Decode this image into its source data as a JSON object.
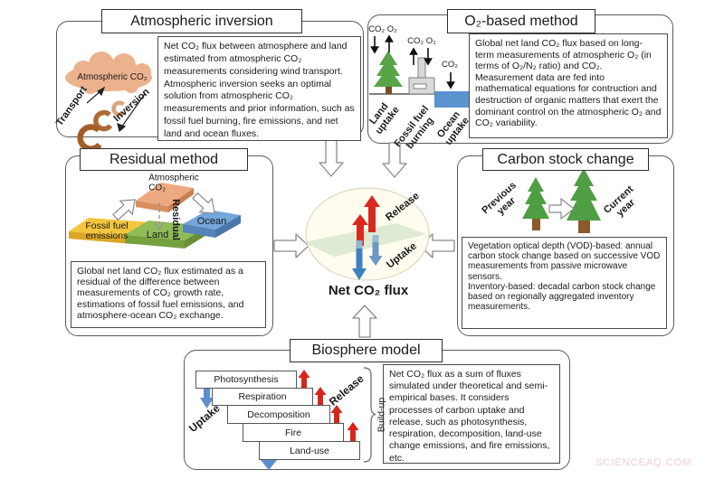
{
  "watermark": "SCIENCEAQ.COM",
  "center": {
    "label": "Net CO₂ flux",
    "release": "Release",
    "uptake": "Uptake"
  },
  "panels": {
    "atmospheric_inversion": {
      "title": "Atmospheric inversion",
      "description": "Net CO₂ flux between atmosphere and land estimated from atmospheric CO₂ measurements considering wind transport. Atmospheric inversion seeks an optimal solution from atmospheric CO₂ measurements and prior information, such as fossil fuel burning, fire emissions, and net land and ocean fluxes.",
      "illustration": {
        "cloud_label": "Atmospheric CO₂",
        "transport": "Transport",
        "inversion": "Inversion"
      }
    },
    "o2_based": {
      "title": "O₂-based method",
      "description": "Global net land CO₂ flux based on long-term measurements of atmospheric O₂ (in terms of O₂/N₂ ratio) and CO₂. Measurement data are fed into mathematical equations for contruction and destruction of organic matters that exert the dominant control on the atmospheric O₂ and CO₂ variability.",
      "illustration": {
        "land_gases": "CO₂  O₂",
        "fossil_gases": "CO₂  O₂",
        "ocean_gas": "CO₂",
        "land_label": "Land\nuptake",
        "fossil_label": "Fossil fuel\nburning",
        "ocean_label": "Ocean\nuptake"
      }
    },
    "residual": {
      "title": "Residual method",
      "description": "Global net land CO₂ flux estimated as a residual of the difference between measurements of CO₂ growth rate, estimations of fossil fuel emissions, and atmosphere-ocean CO₂ exchange.",
      "illustration": {
        "atmosphere_label": "Atmospheric\nCO₂",
        "fossil_label": "Fossil fuel\nemissions",
        "land_label": "Land",
        "ocean_label": "Ocean",
        "residual_label": "Residual"
      }
    },
    "carbon_stock": {
      "title": "Carbon stock change",
      "description": "Vegetation optical depth (VOD)-based: annual carbon stock change based on successive VOD measurements from passive microwave sensors.\nInventory-based: decadal carbon stock change based on regionally aggregated inventory measurements.",
      "illustration": {
        "previous_label": "Previous\nyear",
        "current_label": "Current\nyear"
      }
    },
    "biosphere": {
      "title": "Biosphere model",
      "description": "Net CO₂ flux as a sum of fluxes simulated under theoretical and semi-empirical bases. It considers processes of carbon uptake and release, such as photosynthesis, respiration, decomposition, land-use change emissions, and fire emissions, etc.",
      "illustration": {
        "processes": [
          "Photosynthesis",
          "Respiration",
          "Decomposition",
          "Fire",
          "Land-use"
        ],
        "uptake": "Uptake",
        "release": "Release",
        "buildup": "Build-up"
      }
    }
  },
  "colors": {
    "release_red": "#da291f",
    "uptake_blue": "#4080c0",
    "tree_green": "#57a546",
    "ocean_blue": "#5b93cf",
    "cloud_tan": "#ecb28e",
    "slab_orange": "#edaa80",
    "slab_yellow": "#f4c63e",
    "slab_green": "#90bc58",
    "slab_blue": "#74a6da"
  }
}
